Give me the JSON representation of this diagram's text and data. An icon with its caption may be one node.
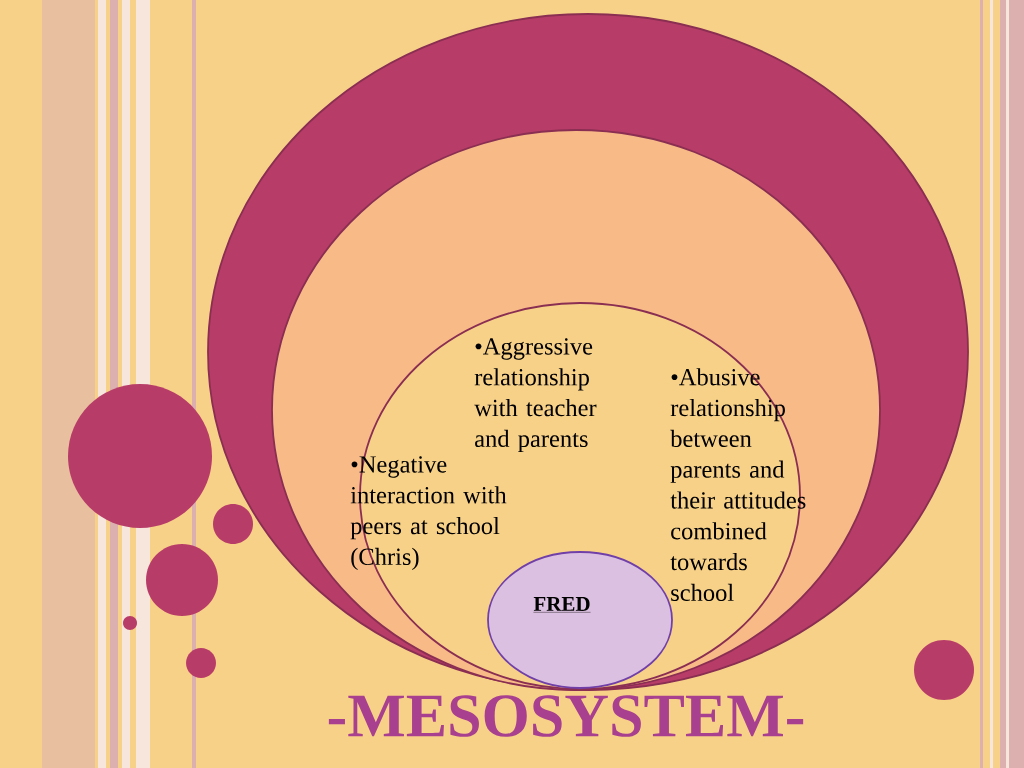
{
  "diagram": {
    "title": "-MESOSYSTEM-",
    "nodes": [
      {
        "text": [],
        "shape": "circle"
      },
      {
        "text": [],
        "shape": "circle",
        "in": 0
      },
      {
        "text": [
          "•Aggressive relationship with teacher and parents",
          "•Negative interaction with peers at school (Chris)",
          "•Abusive relationship between parents and their attitudes combined towards school"
        ],
        "in": 1
      },
      {
        "text": [
          "FRED"
        ],
        "in": 2
      }
    ]
  }
}
